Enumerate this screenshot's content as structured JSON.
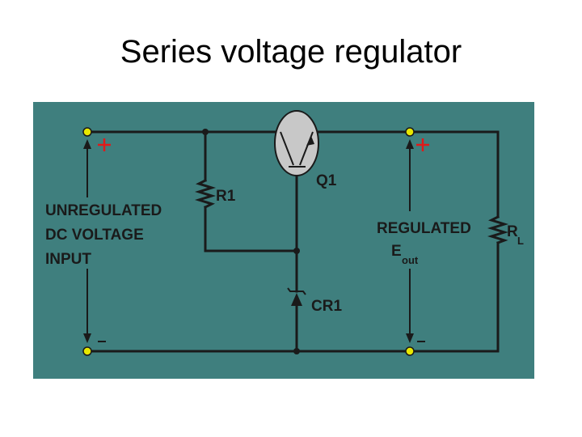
{
  "title": "Series voltage regulator",
  "colors": {
    "background": "#3f7f7e",
    "terminal": "#e8e800",
    "plus": "#e01a1a",
    "transistor": "#c8c8c8"
  },
  "labels": {
    "input_line1": "UNREGULATED",
    "input_line2": "DC VOLTAGE",
    "input_line3": "INPUT",
    "r1": "R1",
    "q1": "Q1",
    "cr1": "CR1",
    "output_line1": "REGULATED",
    "output_E": "E",
    "output_sub": "out",
    "rl": "R",
    "rl_sub": "L",
    "plus_symbol": "+",
    "minus_symbol": "-"
  }
}
